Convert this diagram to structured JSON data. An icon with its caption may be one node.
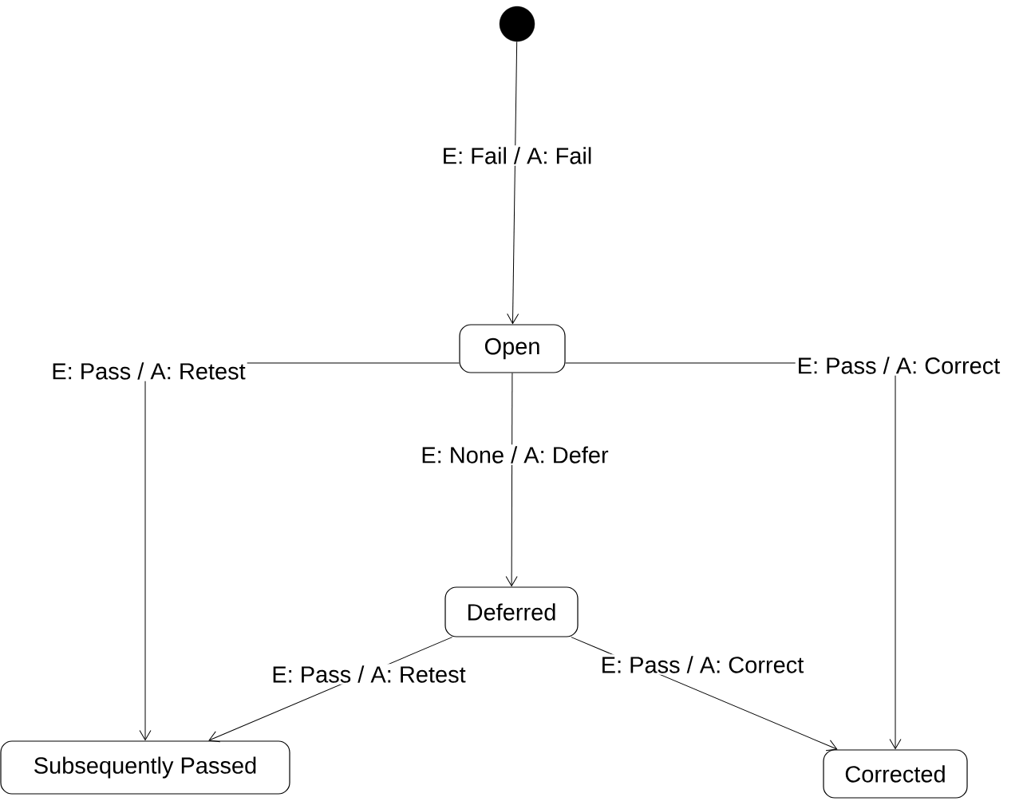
{
  "diagram": {
    "nodes": [
      {
        "text": [],
        "shape": "circle"
      },
      {
        "text": [
          "Open"
        ]
      },
      {
        "text": [
          "Deferred"
        ]
      },
      {
        "text": [
          "Subsequently Passed"
        ]
      },
      {
        "text": [
          "Corrected"
        ]
      }
    ],
    "edges": [
      {
        "from": 0,
        "to": 1,
        "arrow": "to",
        "label": "E: Fail / A: Fail"
      },
      {
        "from": 1,
        "to": 3,
        "arrow": "to",
        "label": "E: Pass / A: Retest"
      },
      {
        "from": 1,
        "to": 2,
        "arrow": "to",
        "label": "E: None / A: Defer"
      },
      {
        "from": 1,
        "to": 4,
        "arrow": "to",
        "label": "E: Pass / A: Correct"
      },
      {
        "from": 2,
        "to": 3,
        "arrow": "to",
        "label": "E: Pass / A: Retest"
      },
      {
        "from": 2,
        "to": 4,
        "arrow": "to",
        "label": "E: Pass / A: Correct"
      }
    ]
  }
}
